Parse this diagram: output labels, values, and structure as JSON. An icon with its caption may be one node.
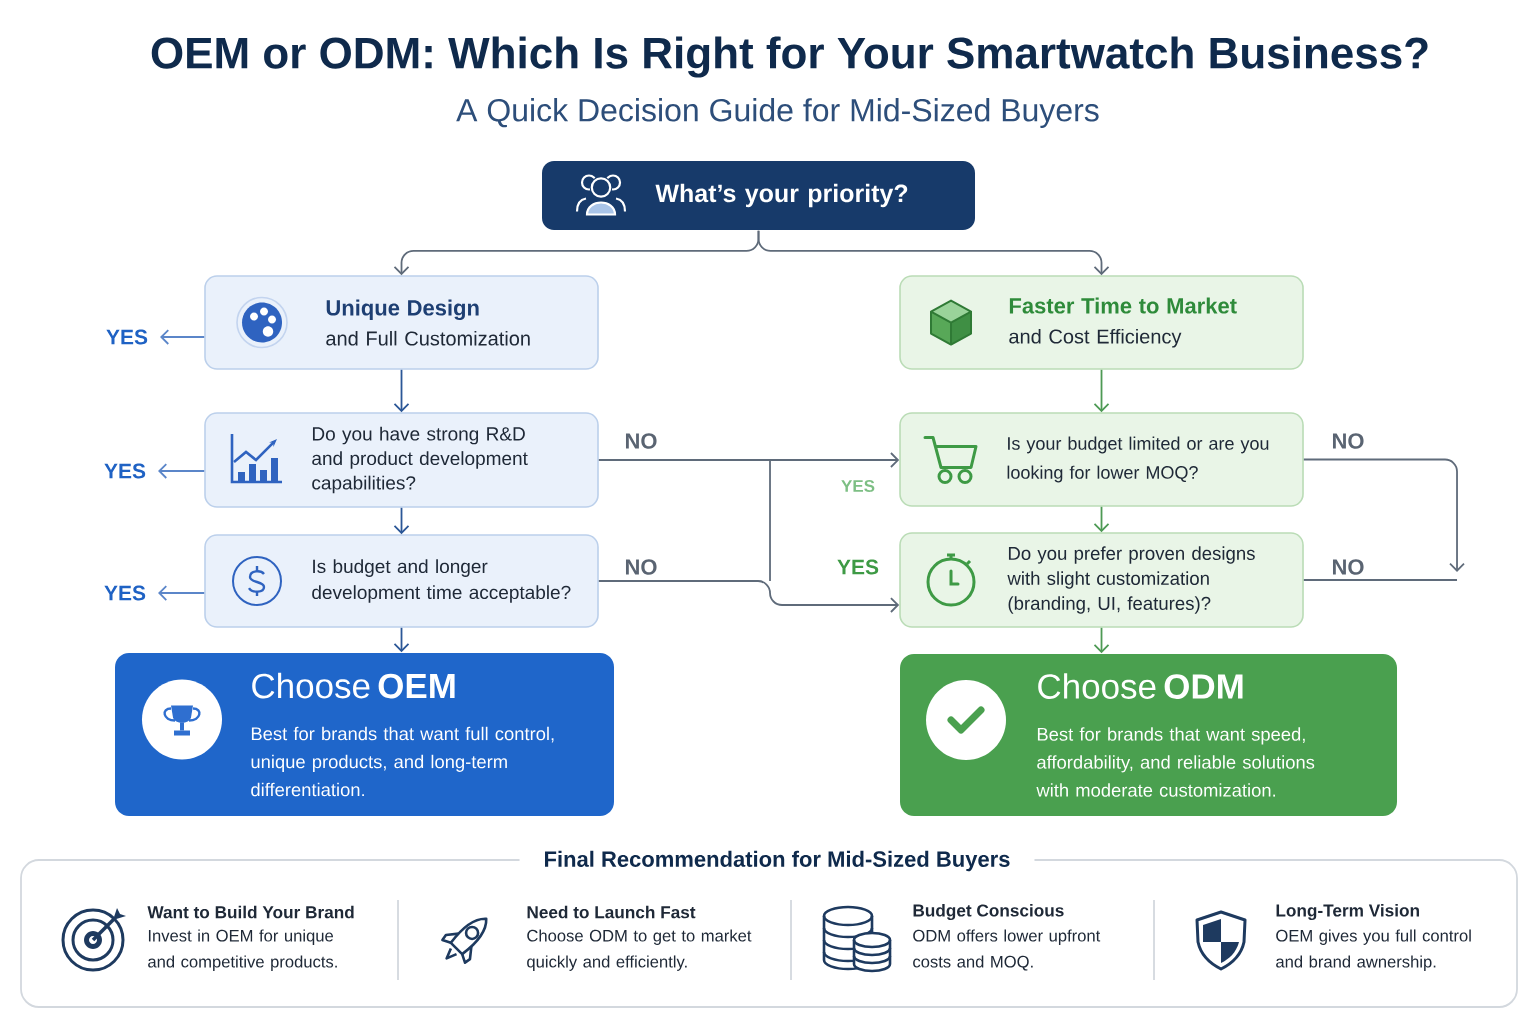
{
  "diagram": {
    "title": "OEM or ODM: Which Is Right for Your Smartwatch Business?",
    "nodes": [
      {
        "text": [
          "What’s your priority?"
        ]
      },
      {
        "text": [
          "YES"
        ]
      },
      {
        "text": [
          "Unique Design",
          "and Full Customization"
        ]
      },
      {
        "text": [
          "Faster Time to Market",
          "and Cost Efficiency"
        ]
      },
      {
        "text": [
          "YES"
        ]
      },
      {
        "text": [
          "Do you have strong R&D and product development capabilities?"
        ]
      },
      {
        "text": [
          "Is your budget limited or are you looking for lower MOQ?"
        ]
      },
      {
        "text": [
          "YES"
        ]
      },
      {
        "text": [
          "Is budget and longer development time acceptable?"
        ]
      },
      {
        "text": [
          "Do you prefer proven designs with slight customization (branding, UI, features)?"
        ]
      },
      {
        "text": [
          "Choose **OEM**",
          "Best for brands that want full control, unique products, and long-term differentiation."
        ]
      },
      {
        "text": [
          "Choose **ODM**",
          "Best for brands that want speed, affordability, and reliable solutions with moderate customization."
        ]
      },
      {
        "text": [
          "Final Recommendation for Mid-Sized Buyers",
          "Want to Build Your Brand",
          "Invest in OEM for unique and competitive products.",
          "Need to Launch Fast",
          "Choose ODM to get to market quickly and efficiently.",
          "Budget Conscious",
          "ODM offers lower upfront costs and MOQ.",
          "Long-Term Vision",
          "OEM gives you full control and brand awnership."
        ]
      }
    ],
    "edges": [
      {
        "from": 0,
        "to": 2,
        "arrow": "to"
      },
      {
        "from": 0,
        "to": 3,
        "arrow": "to"
      },
      {
        "from": 2,
        "to": 1,
        "arrow": "to",
        "color": "#5b86c9"
      },
      {
        "from": 2,
        "to": 5,
        "arrow": "to",
        "color": "#2b5797"
      },
      {
        "from": 5,
        "to": 4,
        "arrow": "to",
        "color": "#5b86c9"
      },
      {
        "from": 5,
        "to": 8,
        "arrow": "to",
        "color": "#2b5797"
      },
      {
        "from": 8,
        "to": 7,
        "arrow": "to",
        "color": "#5b86c9"
      },
      {
        "from": 8,
        "to": 10,
        "arrow": "to",
        "color": "#2b5797"
      },
      {
        "from": 3,
        "to": 6,
        "arrow": "to",
        "color": "#4e9a55"
      },
      {
        "from": 6,
        "to": 9,
        "arrow": "to",
        "color": "#4e9a55"
      },
      {
        "from": 9,
        "to": 11,
        "arrow": "to",
        "color": "#4e9a55"
      },
      {
        "from": 5,
        "to": 6,
        "arrow": "to",
        "label": "NO"
      },
      {
        "from": 8,
        "to": 9,
        "arrow": "to",
        "label": "NO"
      },
      {
        "from": 6,
        "to": null,
        "arrow": "to",
        "label": "NO"
      },
      {
        "from": 9,
        "to": null,
        "arrow": "none",
        "label": "NO"
      }
    ],
    "labels": [
      "A Quick Decision Guide for Mid-Sized Buyers",
      "YES",
      "YES"
    ]
  }
}
